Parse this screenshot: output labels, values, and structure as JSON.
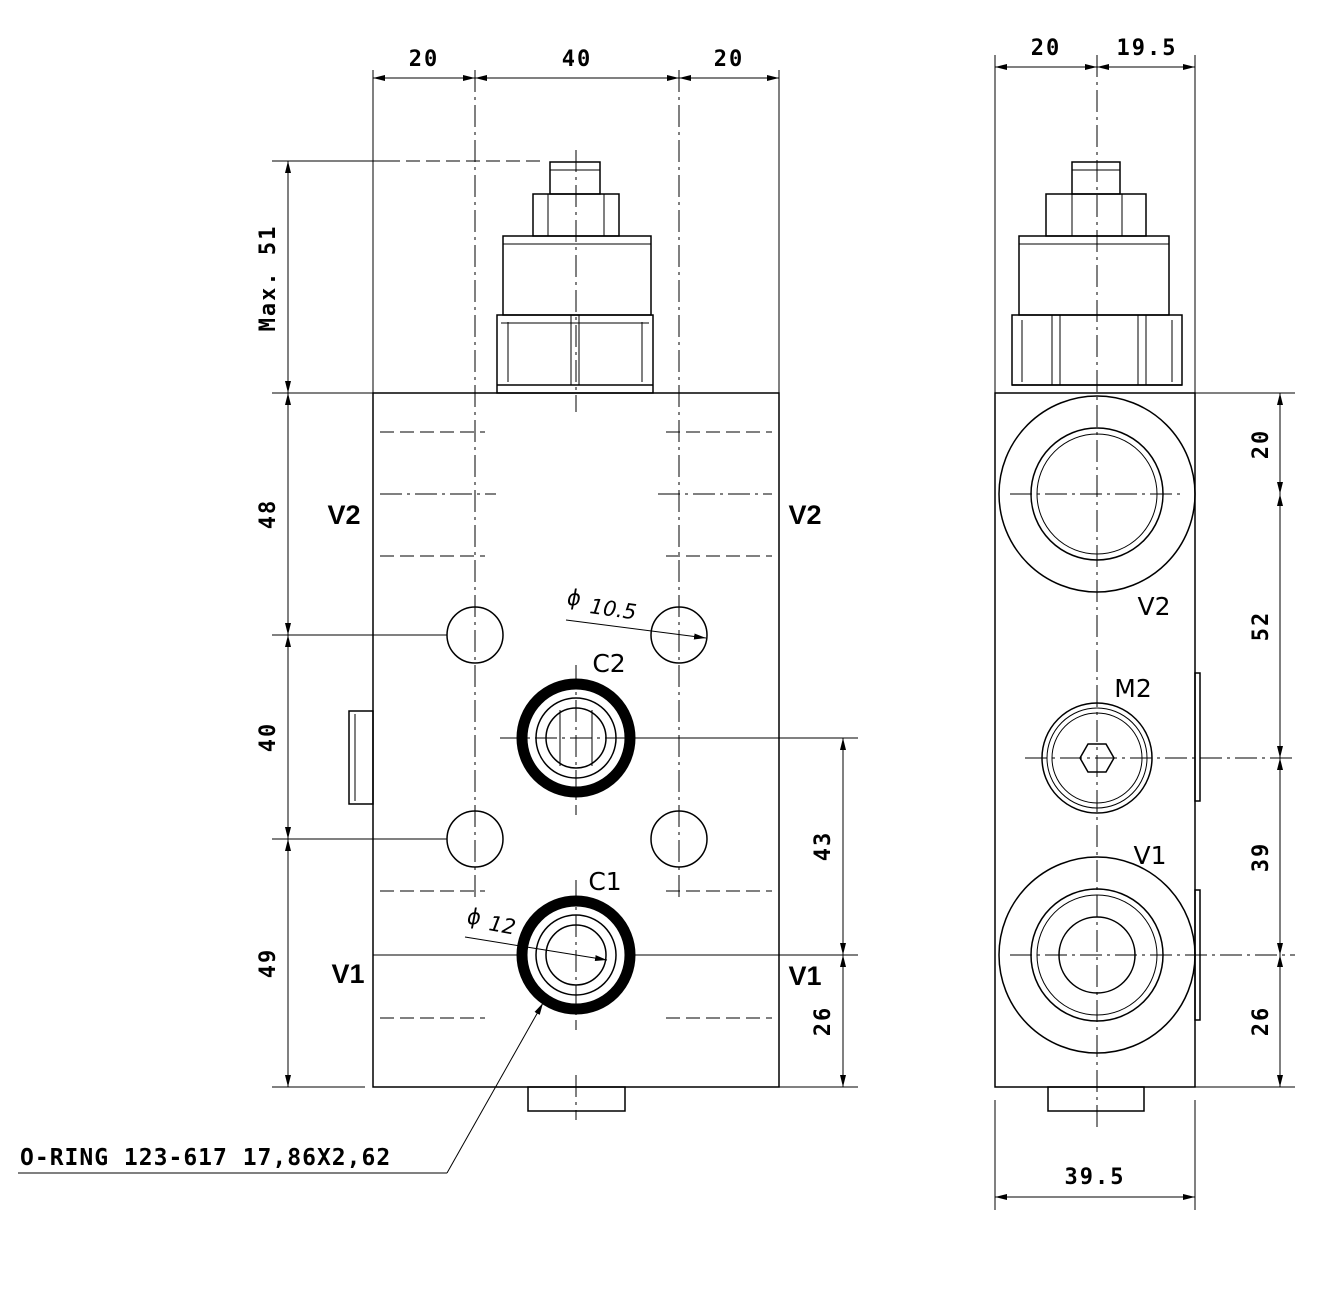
{
  "front_view": {
    "dims_top": [
      "20",
      "40",
      "20"
    ],
    "dim_max": "Max. 51",
    "dims_left": [
      "48",
      "40",
      "49"
    ],
    "dims_right": [
      "43",
      "26"
    ],
    "ports": {
      "v2_left": "V2",
      "v2_right": "V2",
      "v1_left": "V1",
      "v1_right": "V1",
      "c2": "C2",
      "c1": "C1"
    },
    "dia_holes": "10.5",
    "dia_port": "12",
    "oring_note": "O-RING 123-617 17,86X2,62"
  },
  "side_view": {
    "dims_top": [
      "20",
      "19.5"
    ],
    "dims_right": [
      "20",
      "52",
      "39",
      "26"
    ],
    "dim_bottom": "39.5",
    "ports": {
      "v2": "V2",
      "m2": "M2",
      "v1": "V1"
    }
  }
}
